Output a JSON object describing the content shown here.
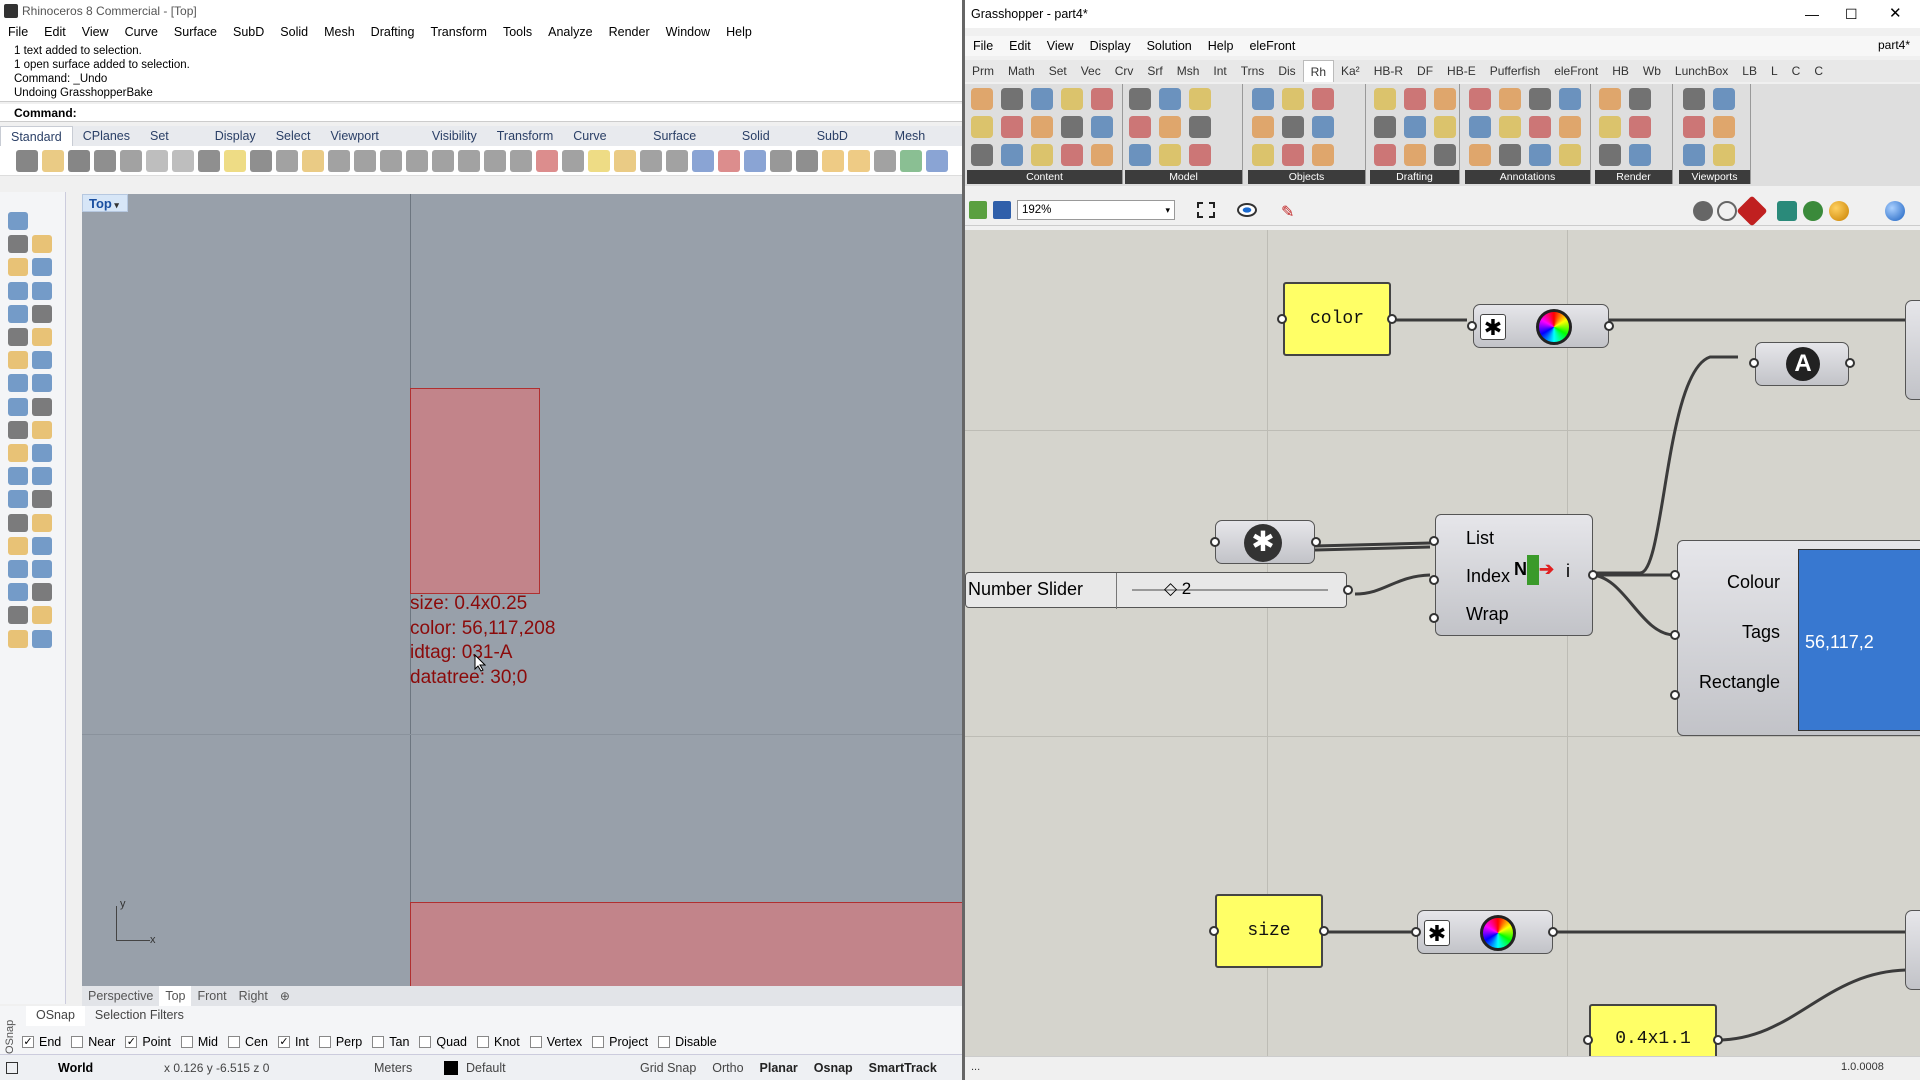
{
  "rhino": {
    "title": "Rhinoceros 8 Commercial - [Top]",
    "menu": [
      "File",
      "Edit",
      "View",
      "Curve",
      "Surface",
      "SubD",
      "Solid",
      "Mesh",
      "Drafting",
      "Transform",
      "Tools",
      "Analyze",
      "Render",
      "Window",
      "Help"
    ],
    "history": [
      "1 text added to selection.",
      "1 open surface added to selection.",
      "Command: _Undo",
      "Undoing GrasshopperBake"
    ],
    "command_label": "Command:",
    "toolbar_tabs": [
      "Standard",
      "CPlanes",
      "Set View",
      "Display",
      "Select",
      "Viewport Layout",
      "Visibility",
      "Transform",
      "Curve Tools",
      "Surface Tools",
      "Solid Tools",
      "SubD Tools",
      "Mesh Tools"
    ],
    "viewport_name": "Top",
    "text_object": [
      "size: 0.4x0.25",
      "color: 56,117,208",
      "idtag: 031-A",
      "datatree: 30;0"
    ],
    "axis_y": "y",
    "axis_x": "x",
    "viewport_tabs": [
      "Perspective",
      "Top",
      "Front",
      "Right"
    ],
    "osnap_tabs": [
      "OSnap",
      "Selection Filters"
    ],
    "osnap_side": "OSnap",
    "osnaps": [
      {
        "label": "End",
        "checked": true
      },
      {
        "label": "Near",
        "checked": false
      },
      {
        "label": "Point",
        "checked": true
      },
      {
        "label": "Mid",
        "checked": false
      },
      {
        "label": "Cen",
        "checked": false
      },
      {
        "label": "Int",
        "checked": true
      },
      {
        "label": "Perp",
        "checked": false
      },
      {
        "label": "Tan",
        "checked": false
      },
      {
        "label": "Quad",
        "checked": false
      },
      {
        "label": "Knot",
        "checked": false
      },
      {
        "label": "Vertex",
        "checked": false
      },
      {
        "label": "Project",
        "checked": false
      },
      {
        "label": "Disable",
        "checked": false
      }
    ],
    "status": {
      "cplane": "World",
      "coords": "x 0.126  y -6.515  z 0",
      "units": "Meters",
      "layer": "Default",
      "toggles": [
        "Grid Snap",
        "Ortho",
        "Planar",
        "Osnap",
        "SmartTrack"
      ],
      "bold_toggles": [
        "Planar",
        "Osnap",
        "SmartTrack"
      ]
    }
  },
  "gh": {
    "title": "Grasshopper - part4*",
    "doc_name": "part4*",
    "menu": [
      "File",
      "Edit",
      "View",
      "Display",
      "Solution",
      "Help",
      "eleFront"
    ],
    "tabs": [
      "Prm",
      "Math",
      "Set",
      "Vec",
      "Crv",
      "Srf",
      "Msh",
      "Int",
      "Trns",
      "Dis",
      "Rh",
      "Ka²",
      "HB-R",
      "DF",
      "HB-E",
      "Pufferfish",
      "eleFront",
      "HB",
      "Wb",
      "LunchBox",
      "LB",
      "L",
      "C",
      "C"
    ],
    "active_tab": "Rh",
    "groups": [
      "Content",
      "Model",
      "Objects",
      "Drafting",
      "Annotations",
      "Render",
      "Viewports"
    ],
    "zoom": "192%",
    "panels": {
      "color": "color",
      "size": "size",
      "value": "0.4x1.1"
    },
    "slider_label": "Number Slider",
    "slider_value": "◇ 2",
    "list_item": {
      "inputs": [
        "List",
        "Index",
        "Wrap"
      ],
      "output": "i"
    },
    "display": {
      "inputs": [
        "Colour",
        "Tags",
        "Rectangle"
      ],
      "preview_value": "56,117,2"
    },
    "footer_left": "...",
    "footer_right": "1.0.0008",
    "colors": {
      "panel": "#ffff66",
      "canvas": "#d5d4cd",
      "preview_swatch": "#3878d0",
      "rect_fill": "#c2848a"
    }
  }
}
